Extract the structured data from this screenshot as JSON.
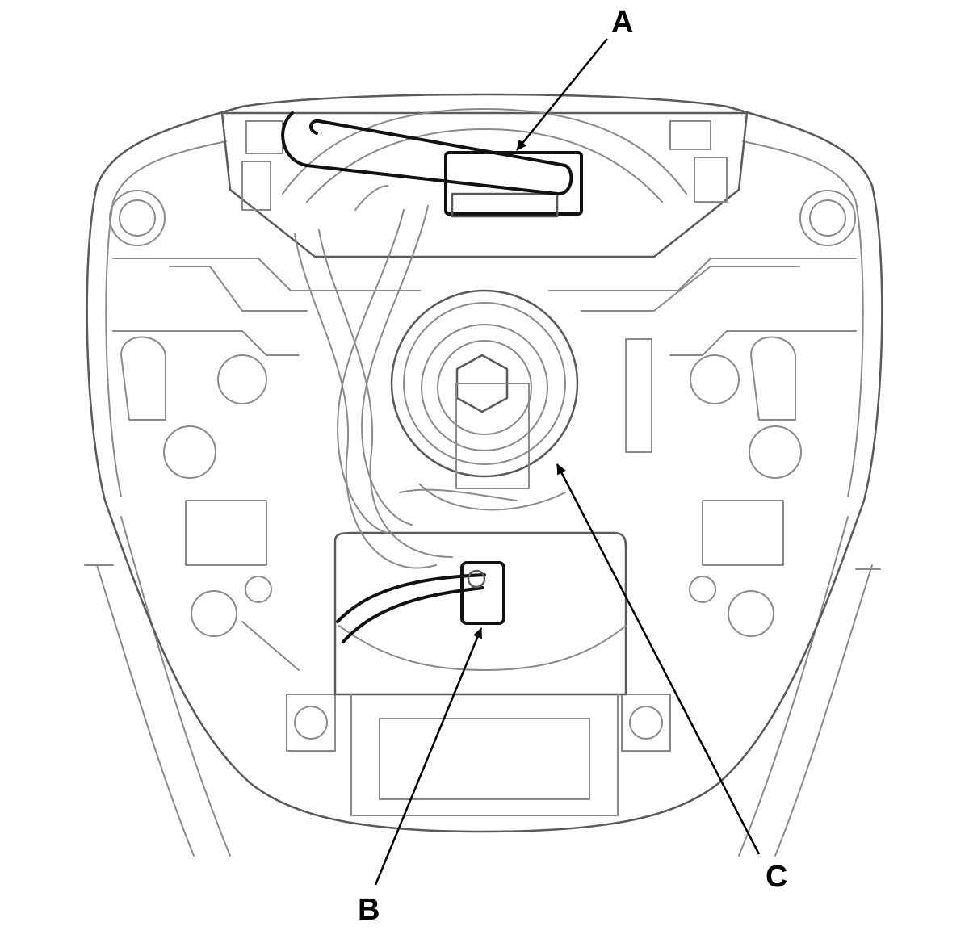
{
  "callouts": {
    "a": "A",
    "b": "B",
    "c": "C"
  },
  "colors": {
    "line": "#8a8a8a",
    "highlight": "#111111",
    "background": "#ffffff"
  }
}
